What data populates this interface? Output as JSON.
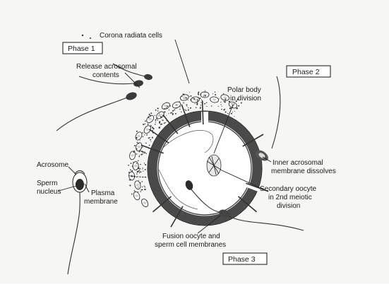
{
  "phases": {
    "phase1": "Phase 1",
    "phase2": "Phase 2",
    "phase3": "Phase 3"
  },
  "labels": {
    "corona_radiata": "Corona radiata cells",
    "release_line1": "Release acrosomal",
    "release_line2": "contents",
    "polar_line1": "Polar body",
    "polar_line2": "in division",
    "inner_line1": "Inner acrosomal",
    "inner_line2": "membrane dissolves",
    "acrosome": "Acrosome",
    "sperm_line1": "Sperm",
    "sperm_line2": "nucleus",
    "plasma_line1": "Plasma",
    "plasma_line2": "membrane",
    "secondary_line1": "Secondary oocyte",
    "secondary_line2": "in 2nd meiotic",
    "secondary_line3": "division",
    "fusion_line1": "Fusion oocyte and",
    "fusion_line2": "sperm cell membranes"
  }
}
